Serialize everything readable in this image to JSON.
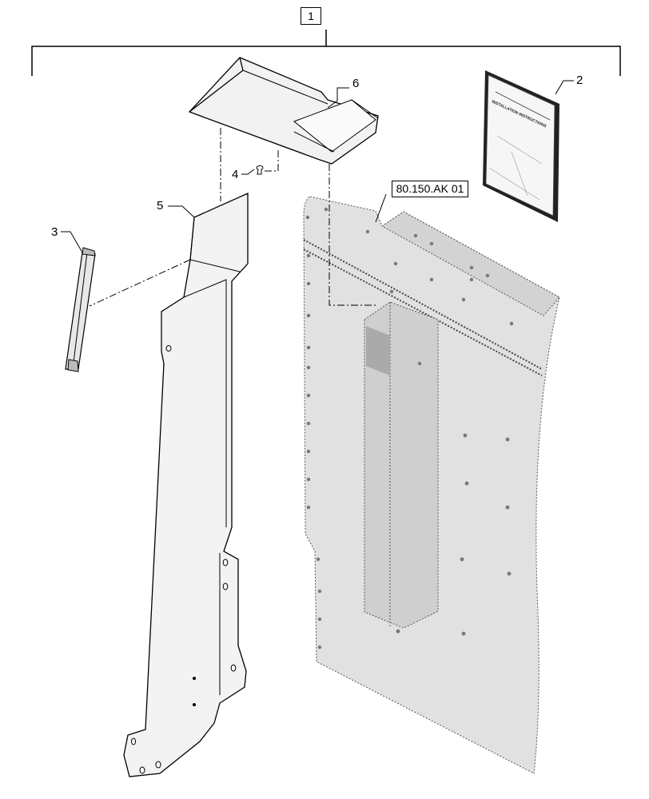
{
  "callouts": {
    "item_1": "1",
    "item_2": "2",
    "item_3": "3",
    "item_4": "4",
    "item_5": "5",
    "item_6": "6"
  },
  "reference": "80.150.AK 01",
  "manual_cover_text": "INSTALLATION INSTRUCTIONS",
  "colors": {
    "line": "#000000",
    "panel_fill": "#dcdcdc",
    "background": "#ffffff"
  }
}
